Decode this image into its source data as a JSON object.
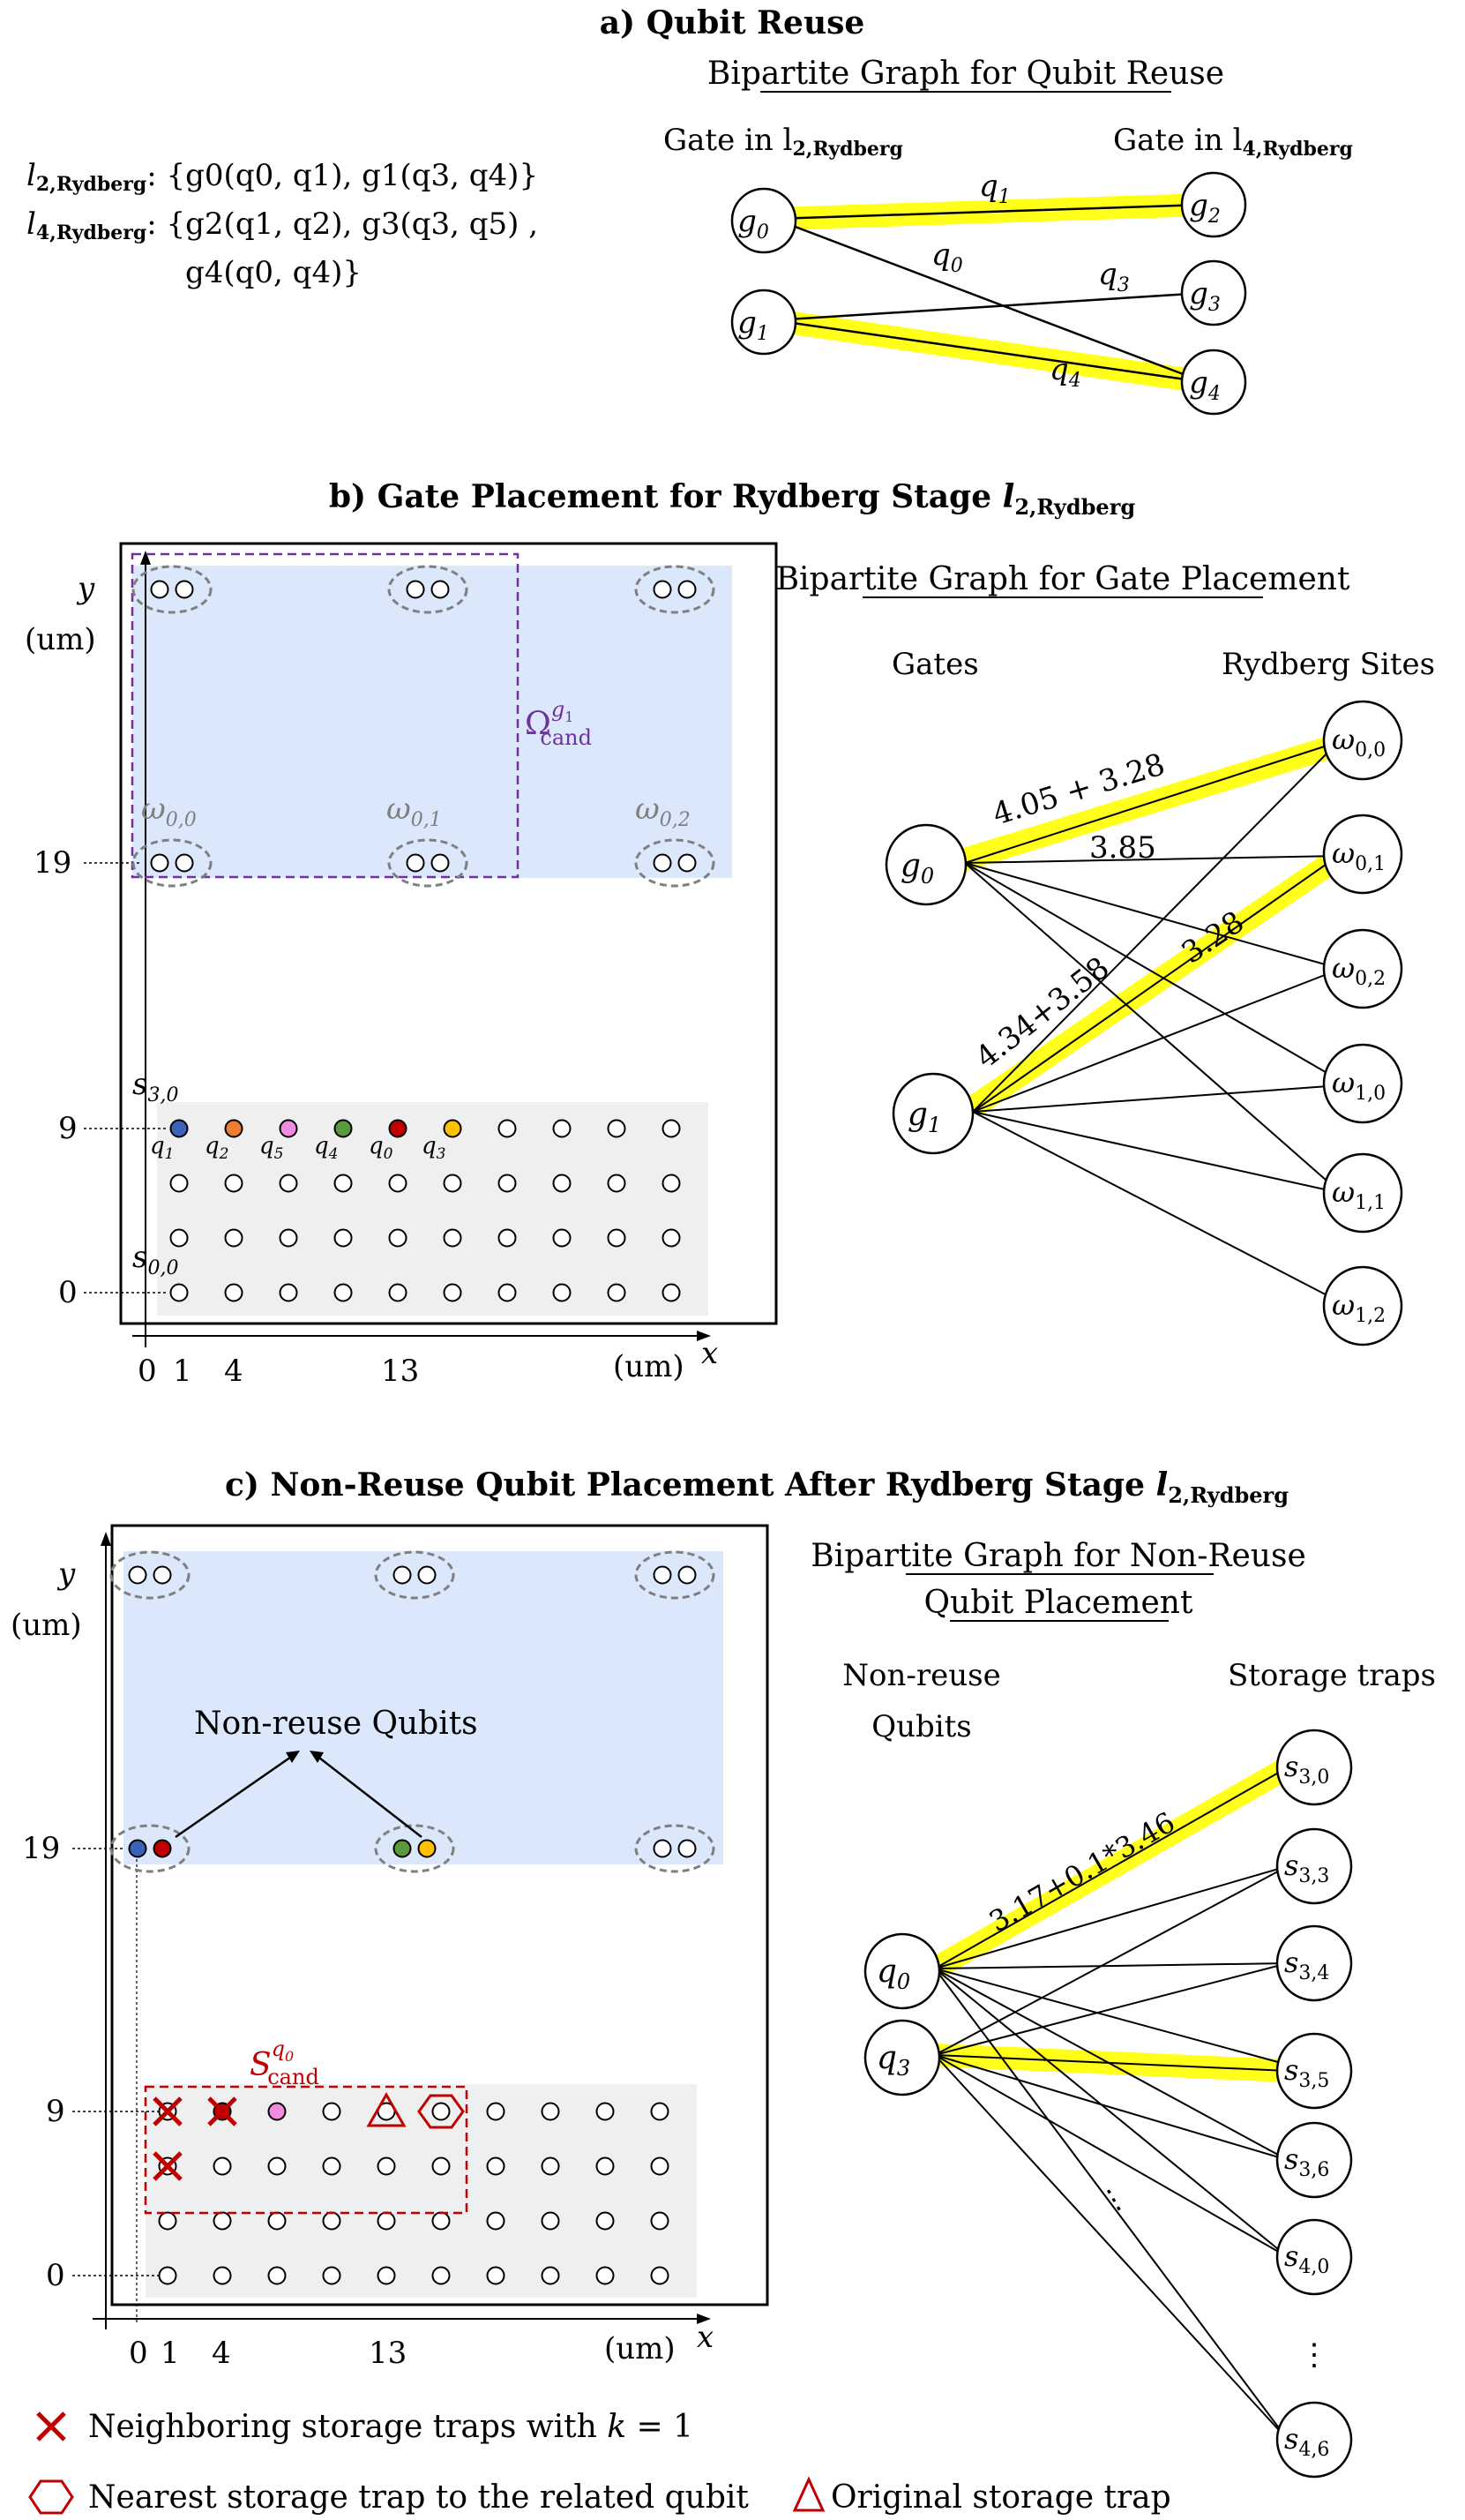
{
  "panel_a": {
    "title": "a) Qubit Reuse",
    "graph_title": "Bipartite Graph for Qubit Reuse",
    "left_header": "Gate in l",
    "left_header_sub": "2,Rydberg",
    "right_header": "Gate in l",
    "right_header_sub": "4,Rydberg",
    "layer2_name": "l",
    "layer2_sub": "2,Rydberg",
    "layer2_gates": ": {g0(q0, q1), g1(q3, q4)}",
    "layer4_name": "l",
    "layer4_sub": "4,Rydberg",
    "layer4_gates_line1": ": {g2(q1, q2), g3(q3, q5) ,",
    "layer4_gates_line2": "g4(q0, q4)}",
    "left_nodes": [
      "g",
      "g"
    ],
    "left_subs": [
      "0",
      "1"
    ],
    "right_nodes": [
      "g",
      "g",
      "g"
    ],
    "right_subs": [
      "2",
      "3",
      "4"
    ],
    "edge_labels": [
      {
        "text": "q",
        "sub": "1"
      },
      {
        "text": "q",
        "sub": "0"
      },
      {
        "text": "q",
        "sub": "3"
      },
      {
        "text": "q",
        "sub": "4"
      }
    ]
  },
  "panel_b": {
    "title": "b) Gate Placement for Rydberg Stage ",
    "title_l": "l",
    "title_sub": "2,Rydberg",
    "y_axis_label_1": "y",
    "y_axis_label_2": "(um)",
    "x_axis_label": "(um)",
    "x_var": "x",
    "y_ticks": [
      "19",
      "9",
      "0"
    ],
    "x_ticks": [
      "0",
      "1",
      "4",
      "13"
    ],
    "omega_labels": [
      {
        "text": "ω",
        "sub": "0,0"
      },
      {
        "text": "ω",
        "sub": "0,1"
      },
      {
        "text": "ω",
        "sub": "0,2"
      }
    ],
    "omega_cand": "Ω",
    "omega_cand_sup": "g",
    "omega_cand_sup_sub": "1",
    "omega_cand_sub": "cand",
    "s30": {
      "text": "s",
      "sub": "3,0"
    },
    "s00": {
      "text": "s",
      "sub": "0,0"
    },
    "qubit_labels": [
      {
        "text": "q",
        "sub": "1"
      },
      {
        "text": "q",
        "sub": "2"
      },
      {
        "text": "q",
        "sub": "5"
      },
      {
        "text": "q",
        "sub": "4"
      },
      {
        "text": "q",
        "sub": "0"
      },
      {
        "text": "q",
        "sub": "3"
      }
    ],
    "graph_title": "Bipartite Graph for Gate Placement",
    "left_header": "Gates",
    "right_header": "Rydberg Sites",
    "gate_nodes": [
      {
        "text": "g",
        "sub": "0"
      },
      {
        "text": "g",
        "sub": "1"
      }
    ],
    "site_nodes": [
      {
        "text": "ω",
        "sub": "0,0"
      },
      {
        "text": "ω",
        "sub": "0,1"
      },
      {
        "text": "ω",
        "sub": "0,2"
      },
      {
        "text": "ω",
        "sub": "1,0"
      },
      {
        "text": "ω",
        "sub": "1,1"
      },
      {
        "text": "ω",
        "sub": "1,2"
      }
    ],
    "edge_labels": [
      "4.05 + 3.28",
      "3.85",
      "3.28",
      "4.34+3.58"
    ]
  },
  "panel_c": {
    "title": "c) Non-Reuse Qubit Placement After Rydberg Stage ",
    "title_l": "l",
    "title_sub": "2,Rydberg",
    "y_axis_label_1": "y",
    "y_axis_label_2": "(um)",
    "x_axis_label": "(um)",
    "x_var": "x",
    "y_ticks": [
      "19",
      "9",
      "0"
    ],
    "x_ticks": [
      "0",
      "1",
      "4",
      "13"
    ],
    "non_reuse_label": "Non-reuse Qubits",
    "s_cand": "S",
    "s_cand_sup": "q",
    "s_cand_sup_sub": "0",
    "s_cand_sub": "cand",
    "graph_title_line1": "Bipartite Graph for Non-Reuse",
    "graph_title_line2": "Qubit Placement",
    "left_header_line1": "Non-reuse",
    "left_header_line2": "Qubits",
    "right_header": "Storage traps",
    "qubit_nodes": [
      {
        "text": "q",
        "sub": "0"
      },
      {
        "text": "q",
        "sub": "3"
      }
    ],
    "trap_nodes": [
      {
        "text": "s",
        "sub": "3,0"
      },
      {
        "text": "s",
        "sub": "3,3"
      },
      {
        "text": "s",
        "sub": "3,4"
      },
      {
        "text": "s",
        "sub": "3,5"
      },
      {
        "text": "s",
        "sub": "3,6"
      },
      {
        "text": "s",
        "sub": "4,0"
      },
      {
        "text": "s",
        "sub": "4,6"
      }
    ],
    "edge_label": "3.17+0.1*3.46",
    "ellipsis": "⋮"
  },
  "legend": {
    "cross_text": "Neighboring storage traps with ",
    "cross_k": "k",
    "cross_eq": " = 1",
    "hex_text": "Nearest storage trap to the related qubit",
    "tri_text": "Original storage trap"
  },
  "colors": {
    "highlight": "#ffff1a",
    "blue_zone": "#dbe7fb",
    "gray_zone": "#efefef",
    "purple": "#7030a0",
    "red": "#c00000",
    "q1_blue": "#3a62b8",
    "q2_orange": "#ed7d31",
    "q5_pink": "#f08ce0",
    "q4_green": "#5a9a3c",
    "q0_red": "#c00000",
    "q3_yellow": "#ffc000",
    "dashed_gray": "#7f7f7f"
  }
}
